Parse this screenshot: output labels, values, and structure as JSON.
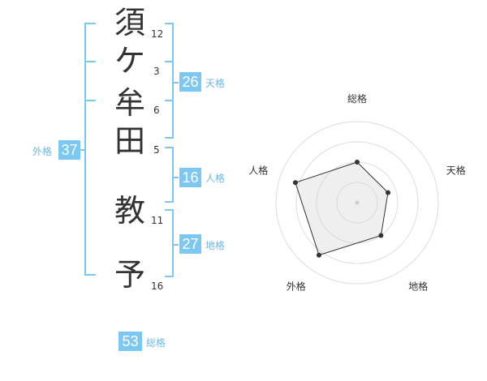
{
  "name": {
    "chars": [
      {
        "char": "須",
        "strokes": "12"
      },
      {
        "char": "ケ",
        "strokes": "3"
      },
      {
        "char": "牟",
        "strokes": "6"
      },
      {
        "char": "田",
        "strokes": "5"
      },
      {
        "char": "教",
        "strokes": "11"
      },
      {
        "char": "予",
        "strokes": "16"
      }
    ]
  },
  "kakusu": {
    "tenkaku": {
      "value": "26",
      "label": "天格"
    },
    "jinkaku": {
      "value": "16",
      "label": "人格"
    },
    "chikaku": {
      "value": "27",
      "label": "地格"
    },
    "gaikaku": {
      "value": "37",
      "label": "外格"
    },
    "soukaku": {
      "value": "53",
      "label": "総格"
    }
  },
  "colors": {
    "accent": "#7dc8f2",
    "accent_text": "#6ab8e6",
    "text": "#333333"
  },
  "chart_data": {
    "type": "radar",
    "axes": [
      "総格",
      "天格",
      "地格",
      "外格",
      "人格"
    ],
    "values": [
      2.5,
      2.0,
      2.5,
      4.0,
      4.0
    ],
    "rmax": 5,
    "rings": 4,
    "grid": true
  }
}
